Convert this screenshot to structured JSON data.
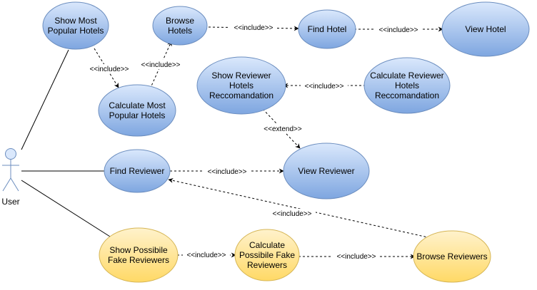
{
  "diagram": {
    "actor": {
      "label": "User"
    },
    "colors": {
      "blue_fill_top": "#dae8fc",
      "blue_fill_bottom": "#7ea6e0",
      "blue_stroke": "#6c8ebf",
      "yellow_fill_top": "#fff2cc",
      "yellow_fill_bottom": "#ffd966",
      "yellow_stroke": "#d6b656",
      "actor_fill": "#dae8fc",
      "actor_stroke": "#6c8ebf",
      "line": "#000000"
    },
    "use_cases": {
      "show_most_popular": {
        "lines": [
          "Show Most",
          "Popular Hotels"
        ],
        "color": "blue"
      },
      "calc_most_popular": {
        "lines": [
          "Calculate Most",
          "Popular Hotels"
        ],
        "color": "blue"
      },
      "browse_hotels": {
        "lines": [
          "Browse",
          "Hotels"
        ],
        "color": "blue"
      },
      "find_hotel": {
        "lines": [
          "Find Hotel"
        ],
        "color": "blue"
      },
      "view_hotel": {
        "lines": [
          "View Hotel"
        ],
        "color": "blue"
      },
      "show_reviewer_reco": {
        "lines": [
          "Show Reviewer",
          "Hotels",
          "Reccomandation"
        ],
        "color": "blue"
      },
      "calc_reviewer_reco": {
        "lines": [
          "Calculate Reviewer",
          "Hotels",
          "Reccomandation"
        ],
        "color": "blue"
      },
      "find_reviewer": {
        "lines": [
          "Find Reviewer"
        ],
        "color": "blue"
      },
      "view_reviewer": {
        "lines": [
          "View Reviewer"
        ],
        "color": "blue"
      },
      "show_fake": {
        "lines": [
          "Show Possibile",
          "Fake Reviewers"
        ],
        "color": "yellow"
      },
      "calc_fake": {
        "lines": [
          "Calculate",
          "Possibile Fake",
          "Reviewers"
        ],
        "color": "yellow"
      },
      "browse_reviewers": {
        "lines": [
          "Browse Reviewers"
        ],
        "color": "yellow"
      }
    },
    "relations": {
      "include": "<<include>>",
      "extend": "<<extend>>"
    }
  }
}
